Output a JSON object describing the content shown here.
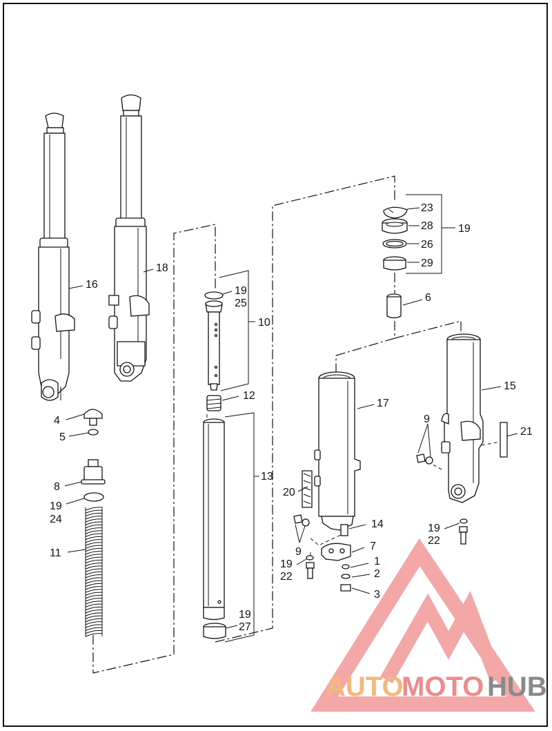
{
  "diagram": {
    "callouts": [
      {
        "id": "c16",
        "text": "16"
      },
      {
        "id": "c18",
        "text": "18"
      },
      {
        "id": "c4",
        "text": "4"
      },
      {
        "id": "c5",
        "text": "5"
      },
      {
        "id": "c8",
        "text": "8"
      },
      {
        "id": "c19a",
        "text": "19"
      },
      {
        "id": "c24",
        "text": "24"
      },
      {
        "id": "c11",
        "text": "11"
      },
      {
        "id": "c19b",
        "text": "19"
      },
      {
        "id": "c25",
        "text": "25"
      },
      {
        "id": "c10",
        "text": "10"
      },
      {
        "id": "c12",
        "text": "12"
      },
      {
        "id": "c13",
        "text": "13"
      },
      {
        "id": "c19c",
        "text": "19"
      },
      {
        "id": "c27",
        "text": "27"
      },
      {
        "id": "c23",
        "text": "23"
      },
      {
        "id": "c28",
        "text": "28"
      },
      {
        "id": "c26",
        "text": "26"
      },
      {
        "id": "c29",
        "text": "29"
      },
      {
        "id": "c19d",
        "text": "19"
      },
      {
        "id": "c6",
        "text": "6"
      },
      {
        "id": "c17",
        "text": "17"
      },
      {
        "id": "c15",
        "text": "15"
      },
      {
        "id": "c9a",
        "text": "9"
      },
      {
        "id": "c21",
        "text": "21"
      },
      {
        "id": "c20",
        "text": "20"
      },
      {
        "id": "c14",
        "text": "14"
      },
      {
        "id": "c9b",
        "text": "9"
      },
      {
        "id": "c7",
        "text": "7"
      },
      {
        "id": "c1",
        "text": "1"
      },
      {
        "id": "c2",
        "text": "2"
      },
      {
        "id": "c3",
        "text": "3"
      },
      {
        "id": "c19e",
        "text": "19"
      },
      {
        "id": "c22a",
        "text": "22"
      },
      {
        "id": "c19f",
        "text": "19"
      },
      {
        "id": "c22b",
        "text": "22"
      }
    ]
  },
  "watermark": {
    "word_auto": "AUTO",
    "word_moto": "MOTO",
    "word_hub": "HUB",
    "color_auto": "#f5b87a",
    "color_moto": "#f08a8a",
    "color_hub": "#8a8a8a",
    "logo_color": "#f08a8a"
  }
}
